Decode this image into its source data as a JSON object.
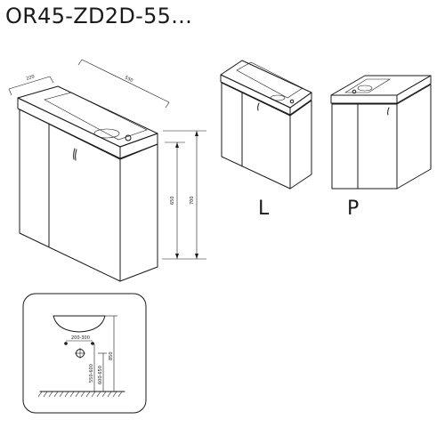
{
  "title": "OR45-ZD2D-55...",
  "dimensions": {
    "depth": "220",
    "width": "550",
    "height_inner": "650",
    "height_total": "700"
  },
  "variants": {
    "left": "L",
    "right": "P"
  },
  "installation": {
    "spacing": "200-300",
    "pipe_height": "550-600",
    "drain_height": "600-650",
    "basin_height": "850"
  }
}
